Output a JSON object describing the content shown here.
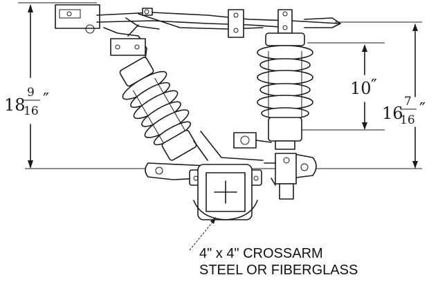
{
  "dimensions": {
    "overall_height": {
      "whole": "18",
      "numerator": "9",
      "denominator": "16",
      "unit": "″"
    },
    "insulator_height": {
      "whole": "10",
      "unit": "″"
    },
    "right_height": {
      "whole": "16",
      "numerator": "7",
      "denominator": "16",
      "unit": "″"
    }
  },
  "callout": {
    "line1": "4\" x 4\" CROSSARM",
    "line2": "STEEL OR FIBERGLASS"
  },
  "colors": {
    "ink": "#1a1a1a",
    "background": "#ffffff"
  }
}
